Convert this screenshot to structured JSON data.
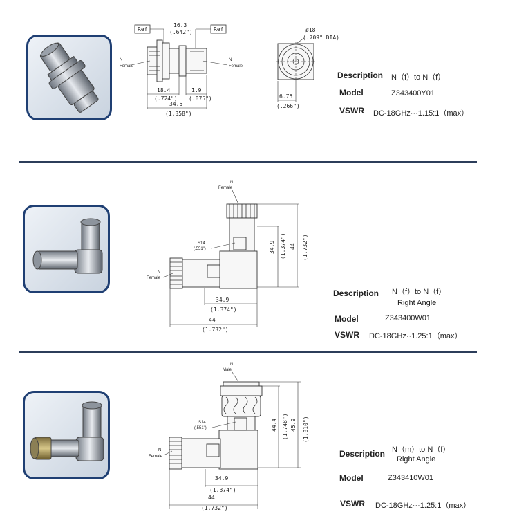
{
  "sections": [
    {
      "description_label": "Description",
      "description": "N（f）to N（f）",
      "description_line2": "",
      "model_label": "Model",
      "model": "Z343400Y01",
      "vswr_label": "VSWR",
      "vswr": "DC-18GHz···1.15:1（max）",
      "drawing": {
        "ref_left": "Ref",
        "ref_right": "Ref",
        "dim_top": "16.3",
        "dim_top_in": "(.642\")",
        "left_connector": "N",
        "left_connector_sub": "Female",
        "right_connector": "N",
        "right_connector_sub": "Female",
        "dim_a": "18.4",
        "dim_a_in": "(.724\")",
        "dim_b": "1.9",
        "dim_b_in": "(.075\")",
        "dim_total": "34.5",
        "dim_total_in": "(1.358\")",
        "dia": "ø18",
        "dia_in": "(.709\" DIA)",
        "dim_c": "6.75",
        "dim_c_in": "(.266\")"
      }
    },
    {
      "description_label": "Description",
      "description": "N（f）to N（f）",
      "description_line2": "Right Angle",
      "model_label": "Model",
      "model": "Z343400W01",
      "vswr_label": "VSWR",
      "vswr": "DC-18GHz··1.25:1（max）",
      "drawing": {
        "top_connector": "N",
        "top_connector_sub": "Female",
        "side_connector": "N",
        "side_connector_sub": "Female",
        "hex": "S14",
        "hex_in": "(.551\")",
        "dim_h1": "34.9",
        "dim_h1_in": "(1.374\")",
        "dim_h2": "44",
        "dim_h2_in": "(1.732\")",
        "dim_v1": "34.9",
        "dim_v1_in": "(1.374\")",
        "dim_v2": "44",
        "dim_v2_in": "(1.732\")"
      }
    },
    {
      "description_label": "Description",
      "description": "N（m）to N（f）",
      "description_line2": "Right Angle",
      "model_label": "Model",
      "model": "Z343410W01",
      "vswr_label": "VSWR",
      "vswr": "DC-18GHz···1.25:1（max）",
      "drawing": {
        "top_connector": "N",
        "top_connector_sub": "Male",
        "side_connector": "N",
        "side_connector_sub": "Female",
        "hex": "S14",
        "hex_in": "(.551\")",
        "dim_h1": "34.9",
        "dim_h1_in": "(1.374\")",
        "dim_h2": "44",
        "dim_h2_in": "(1.732\")",
        "dim_v1": "44.4",
        "dim_v1_in": "(1.748\")",
        "dim_v2": "45.9",
        "dim_v2_in": "(1.810\")"
      }
    }
  ]
}
